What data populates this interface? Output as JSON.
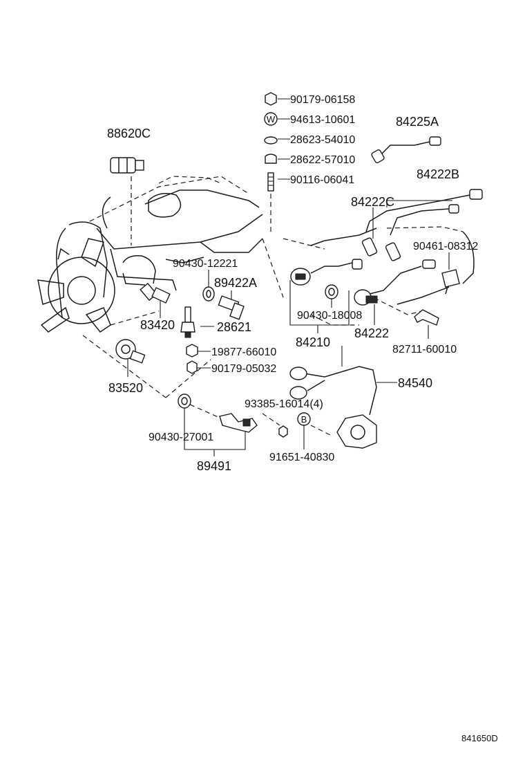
{
  "labels": {
    "p88620C": "88620C",
    "p90179_06158": "90179-06158",
    "p94613_10601": "94613-10601",
    "p28623_54010": "28623-54010",
    "p28622_57010": "28622-57010",
    "p90116_06041": "90116-06041",
    "p84225A": "84225A",
    "p84222B": "84222B",
    "p84222C": "84222C",
    "p90461_08312": "90461-08312",
    "p90430_12221": "90430-12221",
    "p89422A": "89422A",
    "p83420": "83420",
    "p28621": "28621",
    "p90430_18008": "90430-18008",
    "p84210": "84210",
    "p84222": "84222",
    "p82711_60010": "82711-60010",
    "p19877_66010": "19877-66010",
    "p90179_05032": "90179-05032",
    "p83520": "83520",
    "p84540": "84540",
    "p93385_16014": "93385-16014(4)",
    "p90430_27001": "90430-27001",
    "p91651_40830": "91651-40830",
    "p89491": "89491"
  },
  "symbols": {
    "washer_letter": "W",
    "bolt_letter": "B"
  },
  "figure_code": "841650D"
}
